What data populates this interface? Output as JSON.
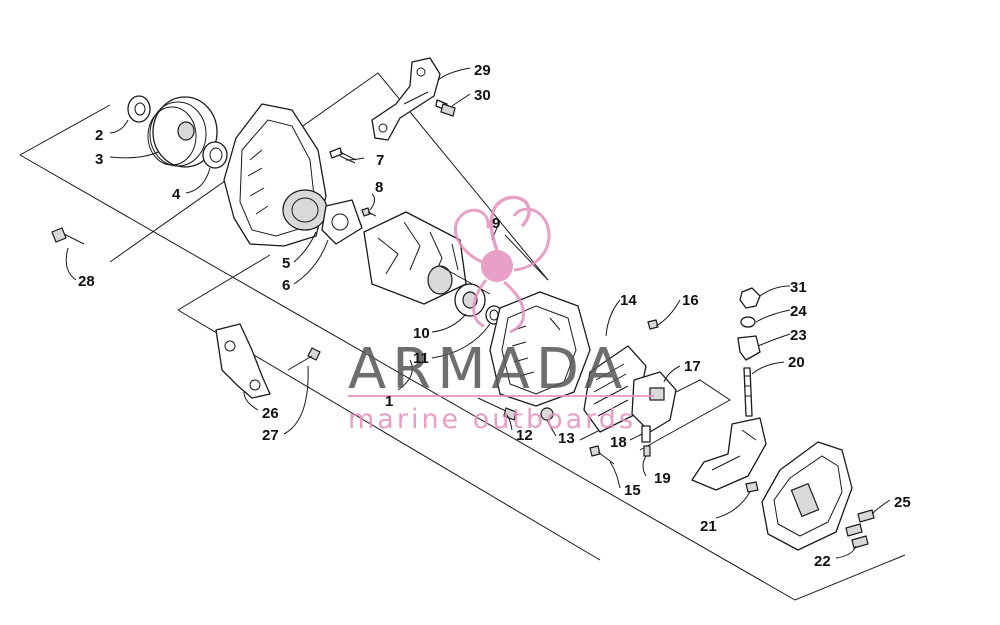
{
  "callouts": [
    "1",
    "2",
    "3",
    "4",
    "5",
    "6",
    "7",
    "8",
    "9",
    "10",
    "11",
    "12",
    "13",
    "14",
    "15",
    "16",
    "17",
    "18",
    "19",
    "20",
    "21",
    "22",
    "23",
    "24",
    "25",
    "26",
    "27",
    "28",
    "29",
    "30",
    "31"
  ],
  "watermark": {
    "brand": "ARMADA",
    "tagline": "marine outboards",
    "brand_color": "#555555",
    "accent_color": "#e58fbf",
    "logo": "pink-swirl-logo"
  }
}
